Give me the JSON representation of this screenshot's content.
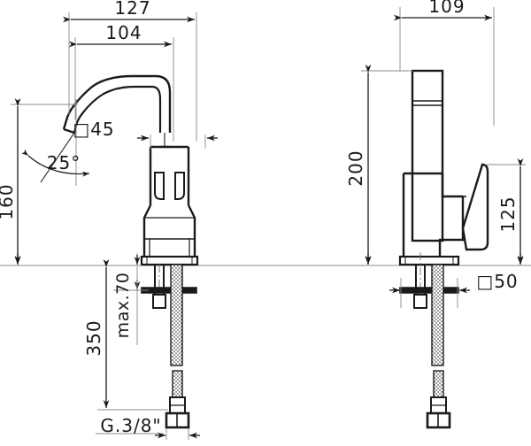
{
  "drawing": {
    "title": "Single-lever basin mixer technical drawing",
    "type": "orthographic-dimensioned-drawing",
    "views": [
      {
        "name": "front-view",
        "label": ""
      },
      {
        "name": "side-view",
        "label": ""
      }
    ],
    "counter_line_y": 300,
    "line_color": "#1a1a1a",
    "thin_line_color": "#808080",
    "hatch_color": "#555555"
  },
  "dimensions": {
    "spout_reach_total": "127",
    "spout_reach_inner": "104",
    "spout_height": "160",
    "spout_angle": "25°",
    "body_width_square": "45",
    "square_symbol": "□",
    "overall_height_side": "200",
    "lever_height": "125",
    "depth_side": "109",
    "tail_length": "350",
    "max_counter_thickness": "max.70",
    "mount_hole_square": "50",
    "connection_thread": "G.3/8\""
  },
  "labels": {
    "dim_127": "127",
    "dim_104": "104",
    "dim_160": "160",
    "dim_25deg": "25°",
    "dim_45": "45",
    "dim_200": "200",
    "dim_125": "125",
    "dim_109": "109",
    "dim_350": "350",
    "dim_max70": "max.70",
    "dim_50": "50",
    "dim_thread": "G.3/8\"",
    "sq_45": "□45",
    "sq_50": "□50"
  }
}
